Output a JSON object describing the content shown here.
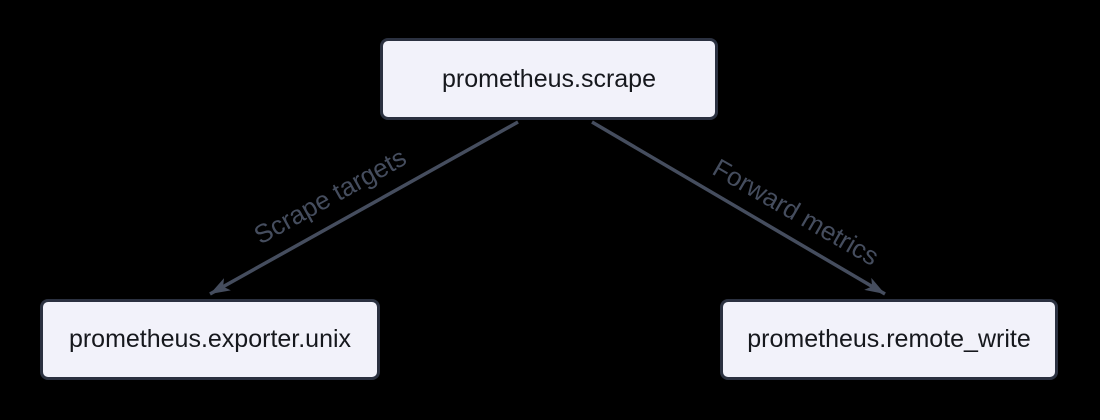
{
  "diagram": {
    "type": "flowchart",
    "background": "#000000",
    "colors": {
      "node_fill": "#f2f2fa",
      "node_border": "#2b3140",
      "node_text": "#16181d",
      "edge": "#454d5e",
      "edge_label_text": "#454d5e"
    },
    "nodes": [
      {
        "id": "scrape",
        "label": "prometheus.scrape"
      },
      {
        "id": "exporter_unix",
        "label": "prometheus.exporter.unix"
      },
      {
        "id": "remote_write",
        "label": "prometheus.remote_write"
      }
    ],
    "edges": [
      {
        "from": "scrape",
        "to": "exporter_unix",
        "label": "Scrape targets"
      },
      {
        "from": "scrape",
        "to": "remote_write",
        "label": "Forward metrics"
      }
    ]
  }
}
